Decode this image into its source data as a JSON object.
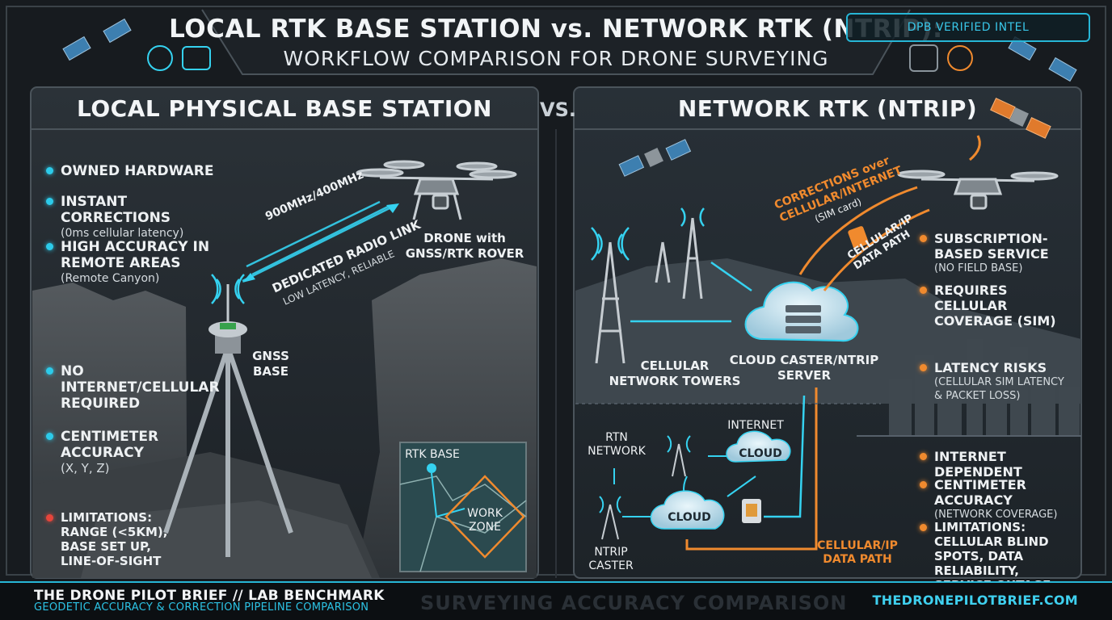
{
  "header": {
    "title_line1": "LOCAL RTK BASE STATION vs. NETWORK RTK (NTRIP):",
    "title_line2": "WORKFLOW COMPARISON FOR DRONE SURVEYING",
    "badge": "DPB VERIFIED INTEL"
  },
  "vs_label": "VS.",
  "left_panel": {
    "title": "LOCAL PHYSICAL BASE STATION",
    "bullets": [
      {
        "title": "OWNED HARDWARE",
        "sub": ""
      },
      {
        "title": "INSTANT CORRECTIONS",
        "sub": "(0ms cellular latency)"
      },
      {
        "title": "HIGH ACCURACY IN REMOTE AREAS",
        "sub": "(Remote Canyon)"
      },
      {
        "title": "NO INTERNET/CELLULAR REQUIRED",
        "sub": ""
      },
      {
        "title": "CENTIMETER ACCURACY",
        "sub": "(X, Y, Z)"
      },
      {
        "title": "LIMITATIONS: RANGE (<5km), BASE SET UP, LINE-OF-SIGHT",
        "sub": ""
      }
    ],
    "freq_label": "900MHz/400MHz",
    "radio_label": "DEDICATED RADIO LINK",
    "radio_sub": "LOW LATENCY, RELIABLE",
    "drone_label_1": "DRONE with",
    "drone_label_2": "GNSS/RTK ROVER",
    "base_label_1": "GNSS",
    "base_label_2": "BASE",
    "map_rtk_base": "RTK BASE",
    "map_work_zone_1": "WORK",
    "map_work_zone_2": "ZONE"
  },
  "right_panel": {
    "title": "NETWORK RTK (NTRIP)",
    "bullets": [
      {
        "title": "SUBSCRIPTION-BASED SERVICE",
        "sub": "(NO FIELD BASE)"
      },
      {
        "title": "REQUIRES CELLULAR COVERAGE (SIM)",
        "sub": ""
      },
      {
        "title": "LATENCY RISKS",
        "sub": "(CELLULAR SIM LATENCY & PACKET LOSS)"
      },
      {
        "title": "INTERNET DEPENDENT",
        "sub": ""
      },
      {
        "title": "CENTIMETER ACCURACY",
        "sub": "(Network Coverage)"
      },
      {
        "title": "LIMITATIONS: CELLULAR BLIND SPOTS, DATA RELIABILITY, SERVICE OUTAGE",
        "sub": ""
      }
    ],
    "corrections_label_1": "CORRECTIONS over",
    "corrections_label_2": "CELLULAR/INTERNET",
    "corrections_label_3": "(SIM card)",
    "data_path_top_1": "CELLULAR/IP",
    "data_path_top_2": "DATA PATH",
    "towers_label_1": "CELLULAR",
    "towers_label_2": "NETWORK TOWERS",
    "caster_label_1": "CLOUD CASTER/NTRIP",
    "caster_label_2": "SERVER",
    "rtn_label_1": "RTN",
    "rtn_label_2": "NETWORK",
    "internet_label": "INTERNET",
    "cloud_1": "CLOUD",
    "cloud_2": "CLOUD",
    "ntrip_caster_1": "NTRIP",
    "ntrip_caster_2": "CASTER",
    "data_path_bottom_1": "CELLULAR/IP",
    "data_path_bottom_2": "DATA PATH"
  },
  "footer": {
    "brand": "THE DRONE PILOT BRIEF // LAB BENCHMARK",
    "subtitle": "GEODETIC ACCURACY & CORRECTION PIPELINE COMPARISON",
    "watermark": "SURVEYING ACCURACY COMPARISON",
    "site": "THEDRONEPILOTBRIEF.COM"
  },
  "colors": {
    "accent_cyan": "#2ccbea",
    "accent_orange": "#f08a2e",
    "warning_red": "#e6453b",
    "background": "#15191d"
  }
}
